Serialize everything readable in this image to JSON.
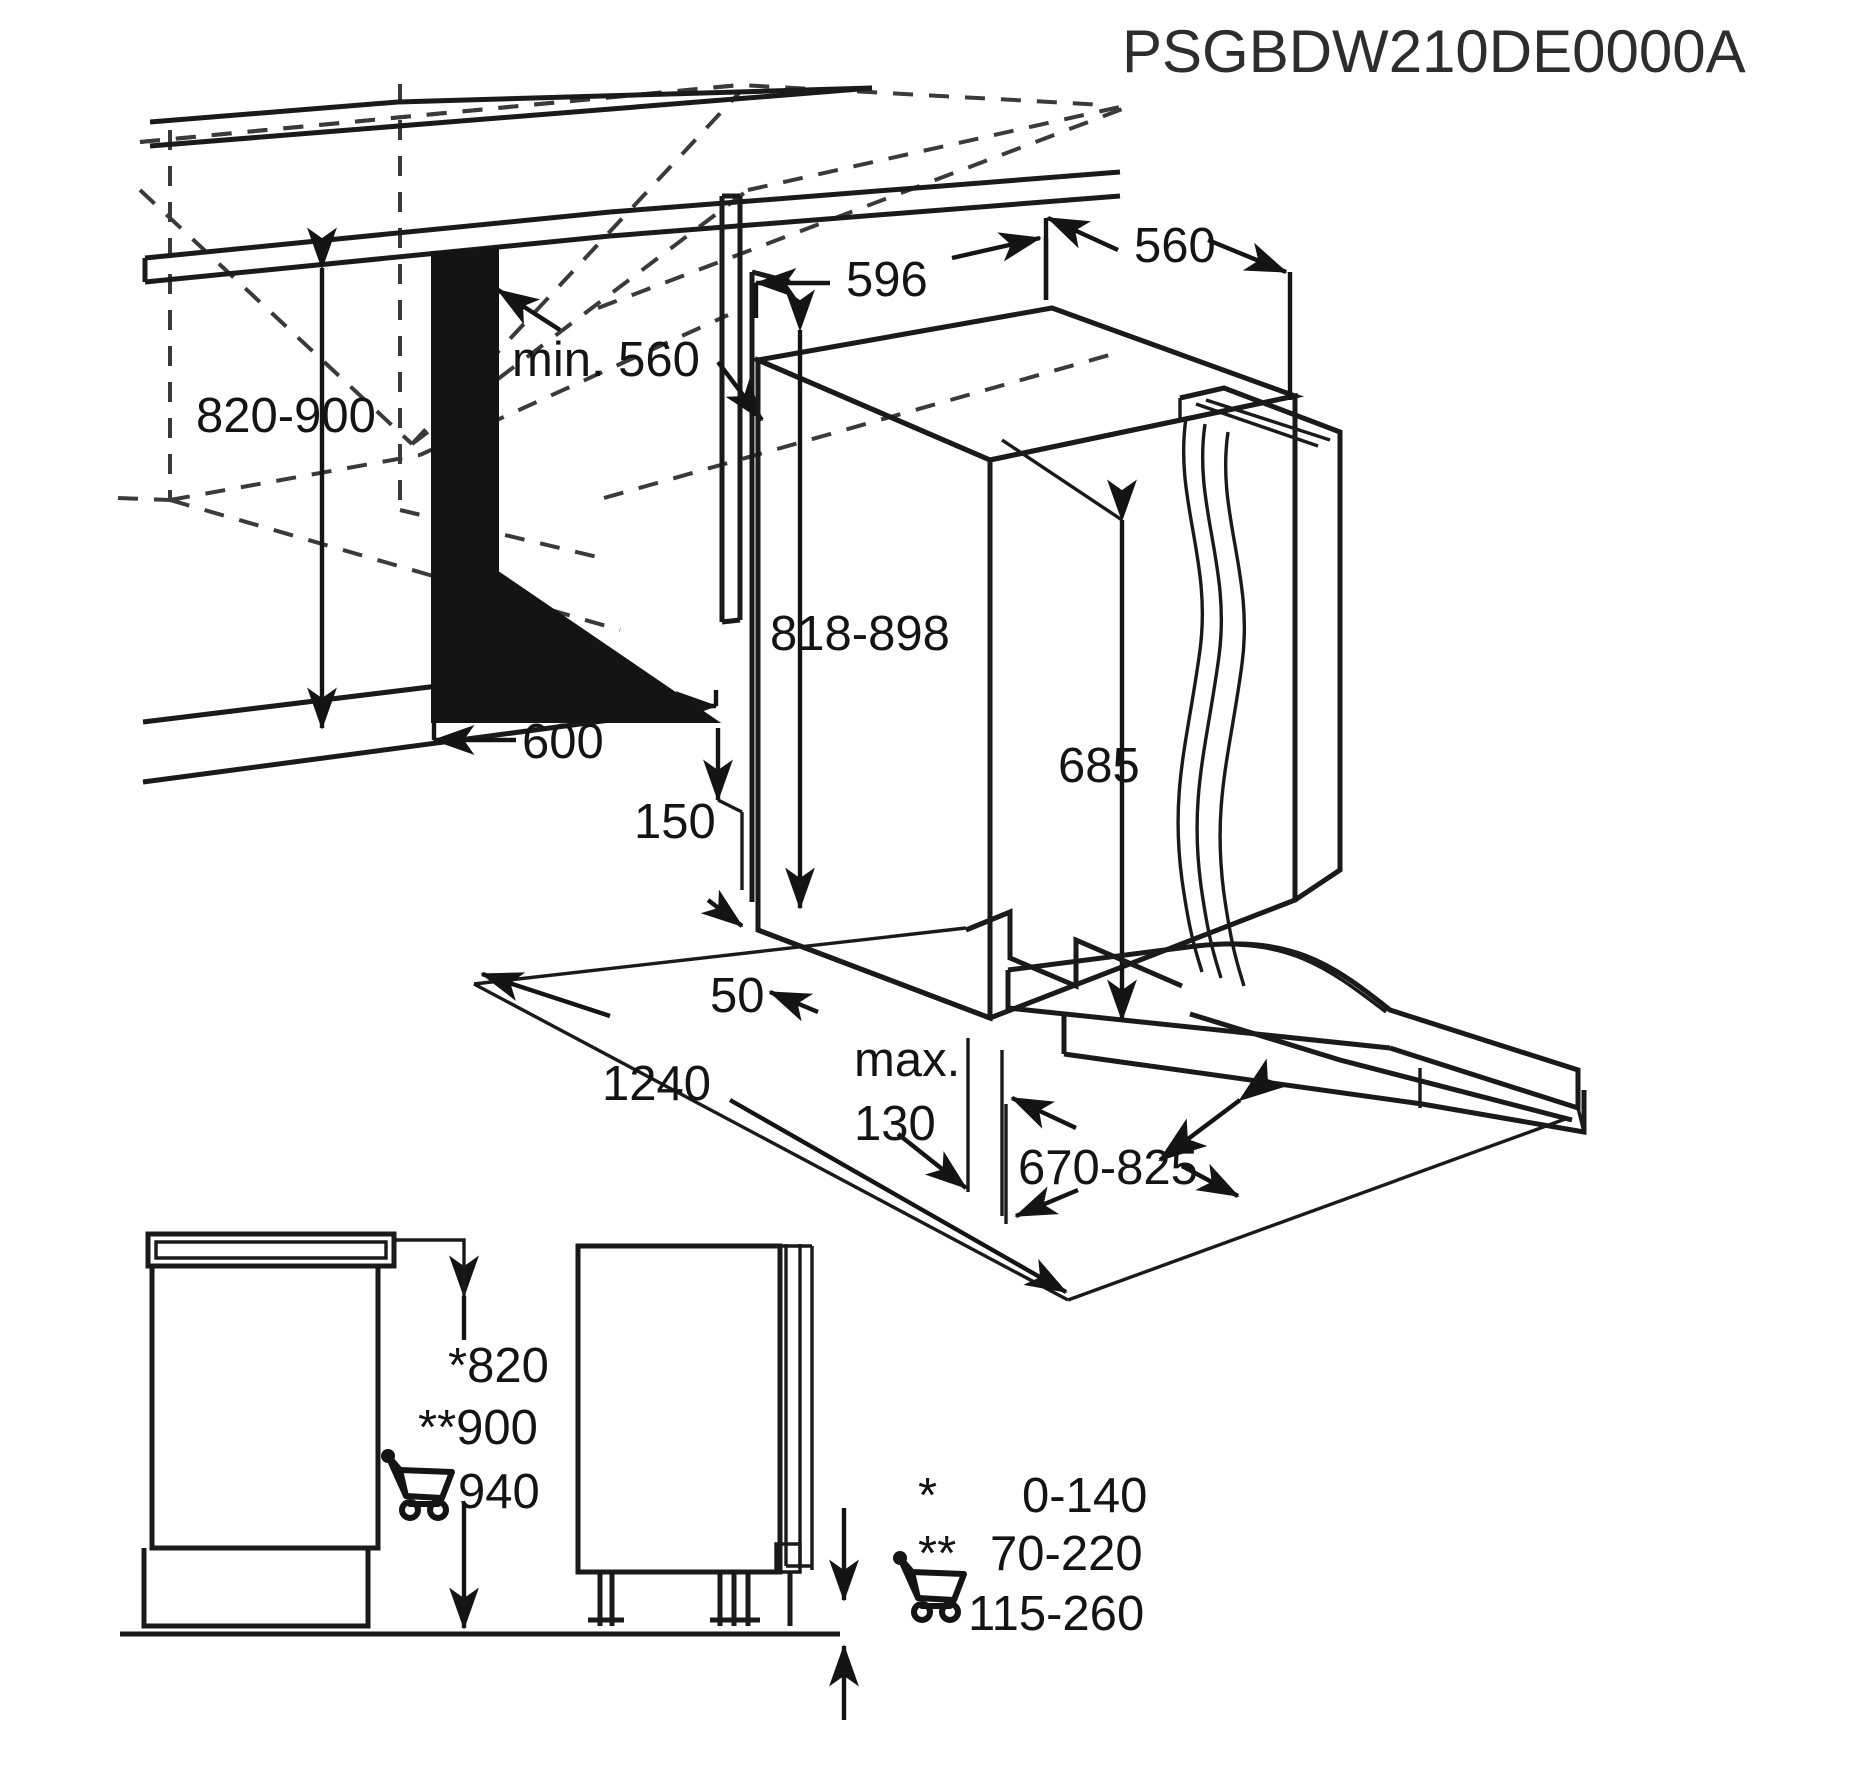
{
  "document": {
    "title": "PSGBDW210DE0000A",
    "type": "appliance-installation-dimension-drawing"
  },
  "dimensions": {
    "niche_height": "820-900",
    "niche_depth_min": "min. 560",
    "niche_width": "600",
    "appliance_width": "596",
    "appliance_depth": "560",
    "appliance_height": "818-898",
    "door_panel_height": "685",
    "hose_offset": "150",
    "plinth_recess": "50",
    "door_open_depth": "1240",
    "plinth_max": "max.",
    "plinth_max_value": "130",
    "door_open_range": "670-825"
  },
  "front_view": {
    "height_star": "*820",
    "height_double_star": "**900",
    "height_cart": "940"
  },
  "legend": {
    "rows": [
      {
        "marker": "*",
        "marker_type": "asterisk",
        "value": "0-140"
      },
      {
        "marker": "**",
        "marker_type": "double-asterisk",
        "value": "70-220"
      },
      {
        "marker": "cart",
        "marker_type": "shopping-cart-icon",
        "value": "115-260"
      }
    ]
  },
  "icons": {
    "shopping_cart": "shopping-cart-icon"
  },
  "colors": {
    "line": "#1a1a1a",
    "fill_solid": "#141414",
    "dashed": "#3a3a3a",
    "background": "#ffffff",
    "title": "#2d2d2d"
  }
}
